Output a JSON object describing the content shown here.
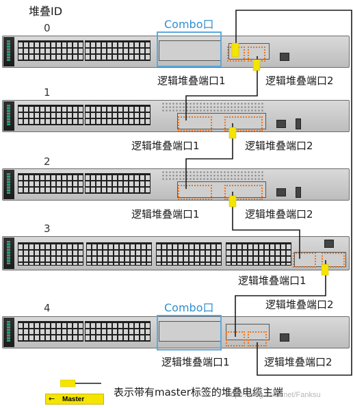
{
  "title": "堆叠ID",
  "combo_label": "Combo口",
  "switches": [
    {
      "id": "0",
      "port1": "逻辑堆叠端口1",
      "port2": "逻辑堆叠端口2"
    },
    {
      "id": "1",
      "port1": "逻辑堆叠端口1",
      "port2": "逻辑堆叠端口2"
    },
    {
      "id": "2",
      "port1": "逻辑堆叠端口1",
      "port2": "逻辑堆叠端口2"
    },
    {
      "id": "3",
      "port1": "逻辑堆叠端口1",
      "port2": "逻辑堆叠端口2"
    },
    {
      "id": "4",
      "port1": "逻辑堆叠端口1",
      "port2": "逻辑堆叠端口2"
    }
  ],
  "legend": {
    "tag_text": "Master",
    "description": "表示带有master标签的堆叠电缆主端"
  },
  "watermark": "https://blog.csdn.net/Fanksu",
  "colors": {
    "master_tag": "#f5e400",
    "cable": "#1a1a1a",
    "port_highlight": "#e8741e",
    "combo_highlight": "#5aa9de",
    "combo_text": "#2f8fd0"
  }
}
